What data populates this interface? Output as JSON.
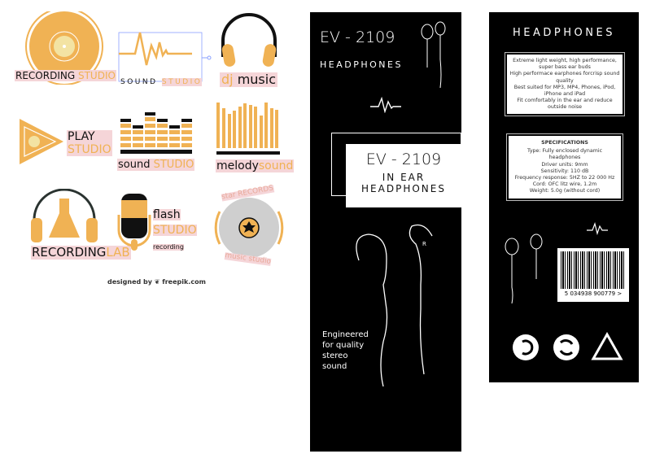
{
  "logos": {
    "recording_studio": [
      "RECORDING",
      "STUDIO"
    ],
    "sound_studio_wave": [
      "SOUND",
      "STUDIO"
    ],
    "dj_music": [
      "dj",
      "music"
    ],
    "play_studio": [
      "PLAY",
      "STUDIO"
    ],
    "sound_studio_eq": [
      "sound",
      "STUDIO"
    ],
    "melody_sound": [
      "melody",
      "sound"
    ],
    "recording_lab": [
      "RECORDING",
      "LAB"
    ],
    "flash_studio": [
      "flash",
      "STUDIO",
      "recording"
    ],
    "star_records": [
      "star RECORDS",
      "music studio"
    ],
    "credit": "designed by ❦ freepik.com"
  },
  "front": {
    "model": "EV - 2109",
    "subtitle": "HEADPHONES",
    "box_model": "EV - 2109",
    "box_line1": "IN EAR",
    "box_line2": "HEADPHONES",
    "tagline": [
      "Engineered",
      "for quality",
      "stereo",
      "sound"
    ]
  },
  "back": {
    "title": "HEADPHONES",
    "features": [
      "Extreme light weight, high performance, super bass ear buds",
      "High performace earphones forcrisp sound quality",
      "Best suited for MP3, MP4, Phones, iPod, iPhone and iPad",
      "Fit comfortably in the ear and reduce outside noise"
    ],
    "spec_title": "SPECIFICATIONS",
    "specs": [
      "Type: Fully enclosed dynamic headphones",
      "Driver units: 9mm",
      "Sensitivity: 110 dB",
      "Frequency response: 5HZ to 22 000 Hz",
      "Cord: OFC litz wire, 1.2m",
      "Weight: 5.0g (without cord)"
    ],
    "barcode": "5 034938 900779 >"
  },
  "colors": {
    "accent": "#f0b254",
    "pink": "#f5d5d8",
    "black": "#000000"
  }
}
